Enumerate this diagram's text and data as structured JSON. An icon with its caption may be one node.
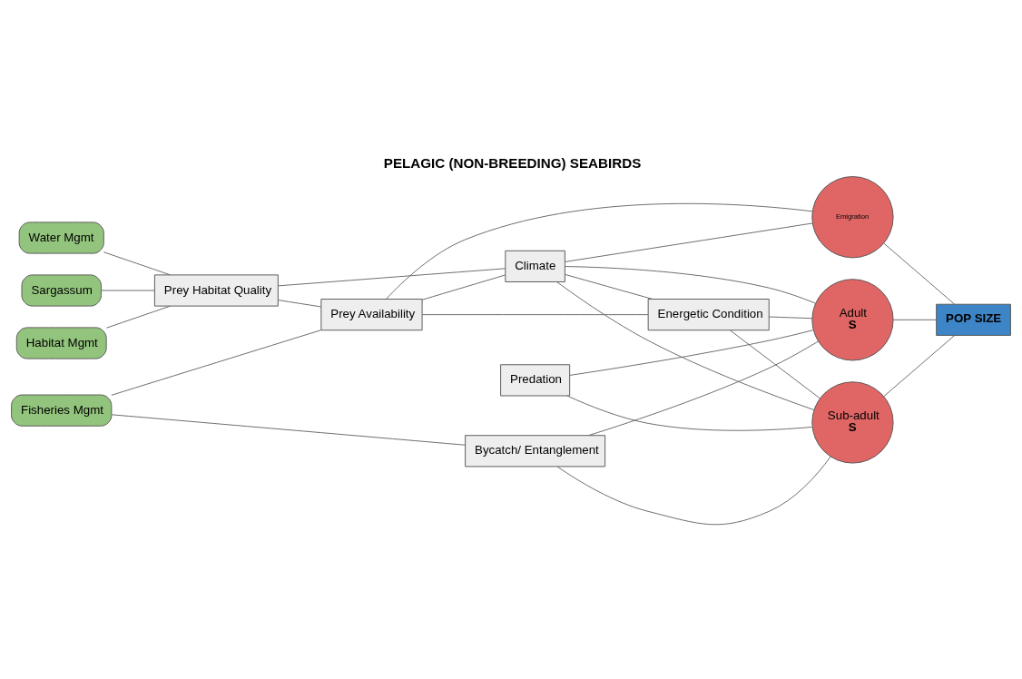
{
  "diagram": {
    "title": "PELAGIC (NON-BREEDING) SEABIRDS",
    "nodes": [
      {
        "text": [
          "Habitat Mgmt"
        ]
      },
      {
        "text": [
          "Water Mgmt"
        ]
      },
      {
        "text": [
          "Sargassum"
        ]
      },
      {
        "text": [
          "Prey Habitat Quality"
        ]
      },
      {
        "text": [
          "Prey Availability"
        ]
      },
      {
        "text": [
          "Energetic Condition"
        ]
      },
      {
        "text": [
          "Climate"
        ]
      },
      {
        "text": [
          "Predation"
        ]
      },
      {
        "text": [
          "Fisheries Mgmt"
        ]
      },
      {
        "text": [
          "Bycatch/ Entanglement"
        ]
      },
      {
        "text": [
          "Adult",
          "S"
        ]
      },
      {
        "text": [
          "Sub-adult",
          "S"
        ]
      },
      {
        "text": [
          "Emigration"
        ]
      },
      {
        "text": [
          "POP SIZE"
        ]
      }
    ],
    "edges": [
      {
        "from": 0,
        "to": 3,
        "arrow": "none"
      },
      {
        "from": 1,
        "to": 3,
        "arrow": "none"
      },
      {
        "from": 2,
        "to": 3,
        "arrow": "none"
      },
      {
        "from": 3,
        "to": 4,
        "arrow": "none"
      },
      {
        "from": 3,
        "to": 6,
        "arrow": "none"
      },
      {
        "from": 4,
        "to": 5,
        "arrow": "none"
      },
      {
        "from": 4,
        "to": 6,
        "arrow": "none"
      },
      {
        "from": 4,
        "to": 12,
        "arrow": "none"
      },
      {
        "from": 8,
        "to": 4,
        "arrow": "none"
      },
      {
        "from": 8,
        "to": 9,
        "arrow": "none"
      },
      {
        "from": 5,
        "to": 10,
        "arrow": "none"
      },
      {
        "from": 5,
        "to": 11,
        "arrow": "none"
      },
      {
        "from": 6,
        "to": 5,
        "arrow": "none"
      },
      {
        "from": 6,
        "to": 10,
        "arrow": "none"
      },
      {
        "from": 6,
        "to": 11,
        "arrow": "none"
      },
      {
        "from": 6,
        "to": 12,
        "arrow": "none"
      },
      {
        "from": 7,
        "to": 10,
        "arrow": "none"
      },
      {
        "from": 7,
        "to": 11,
        "arrow": "none"
      },
      {
        "from": 9,
        "to": 10,
        "arrow": "none"
      },
      {
        "from": 9,
        "to": 11,
        "arrow": "none"
      },
      {
        "from": 10,
        "to": 13,
        "arrow": "none"
      },
      {
        "from": 11,
        "to": 13,
        "arrow": "none"
      },
      {
        "from": 12,
        "to": 13,
        "arrow": "none"
      }
    ]
  }
}
